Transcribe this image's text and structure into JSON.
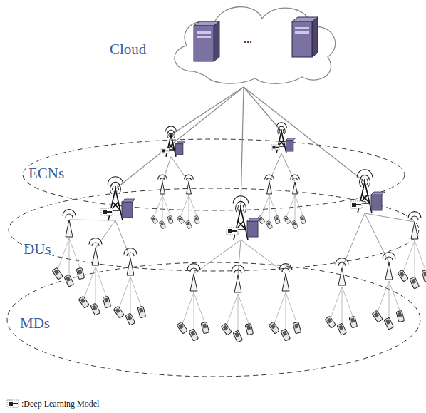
{
  "diagram": {
    "nodes": [
      {
        "text": [
          "Cloud",
          "..."
        ]
      }
    ],
    "labels": [
      "ECNs",
      "DUs",
      "MDs"
    ],
    "legend": [
      {
        "text": ":Deep Learning Model"
      }
    ]
  }
}
